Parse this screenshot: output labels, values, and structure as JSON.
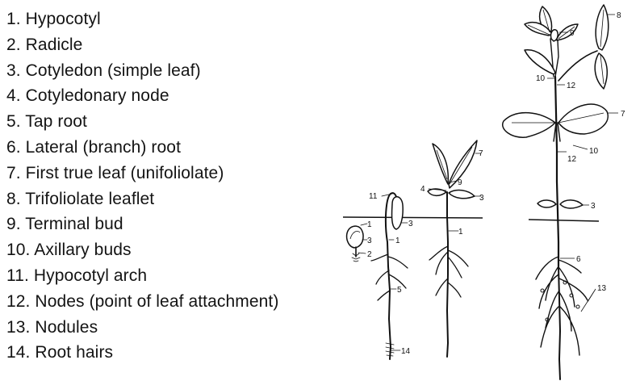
{
  "legend": [
    "1. Hypocotyl",
    "2. Radicle",
    "3. Cotyledon (simple leaf)",
    "4. Cotyledonary node",
    "5. Tap root",
    "6. Lateral (branch) root",
    "7. First true leaf (unifoliolate)",
    "8. Trifoliolate leaflet",
    "9. Terminal bud",
    "10. Axillary buds",
    "11. Hypocotyl arch",
    "12. Nodes (point of leaf attachment)",
    "13. Nodules",
    "14. Root hairs"
  ],
  "callouts": {
    "germinating_seed": [
      "1",
      "3",
      "2"
    ],
    "arch_seedling": [
      "11",
      "3",
      "1",
      "5",
      "14"
    ],
    "young_seedling": [
      "7",
      "4",
      "9",
      "3",
      "1"
    ],
    "mature_plant": [
      "8",
      "9",
      "10",
      "12",
      "7",
      "12",
      "10",
      "3",
      "6",
      "13"
    ]
  }
}
